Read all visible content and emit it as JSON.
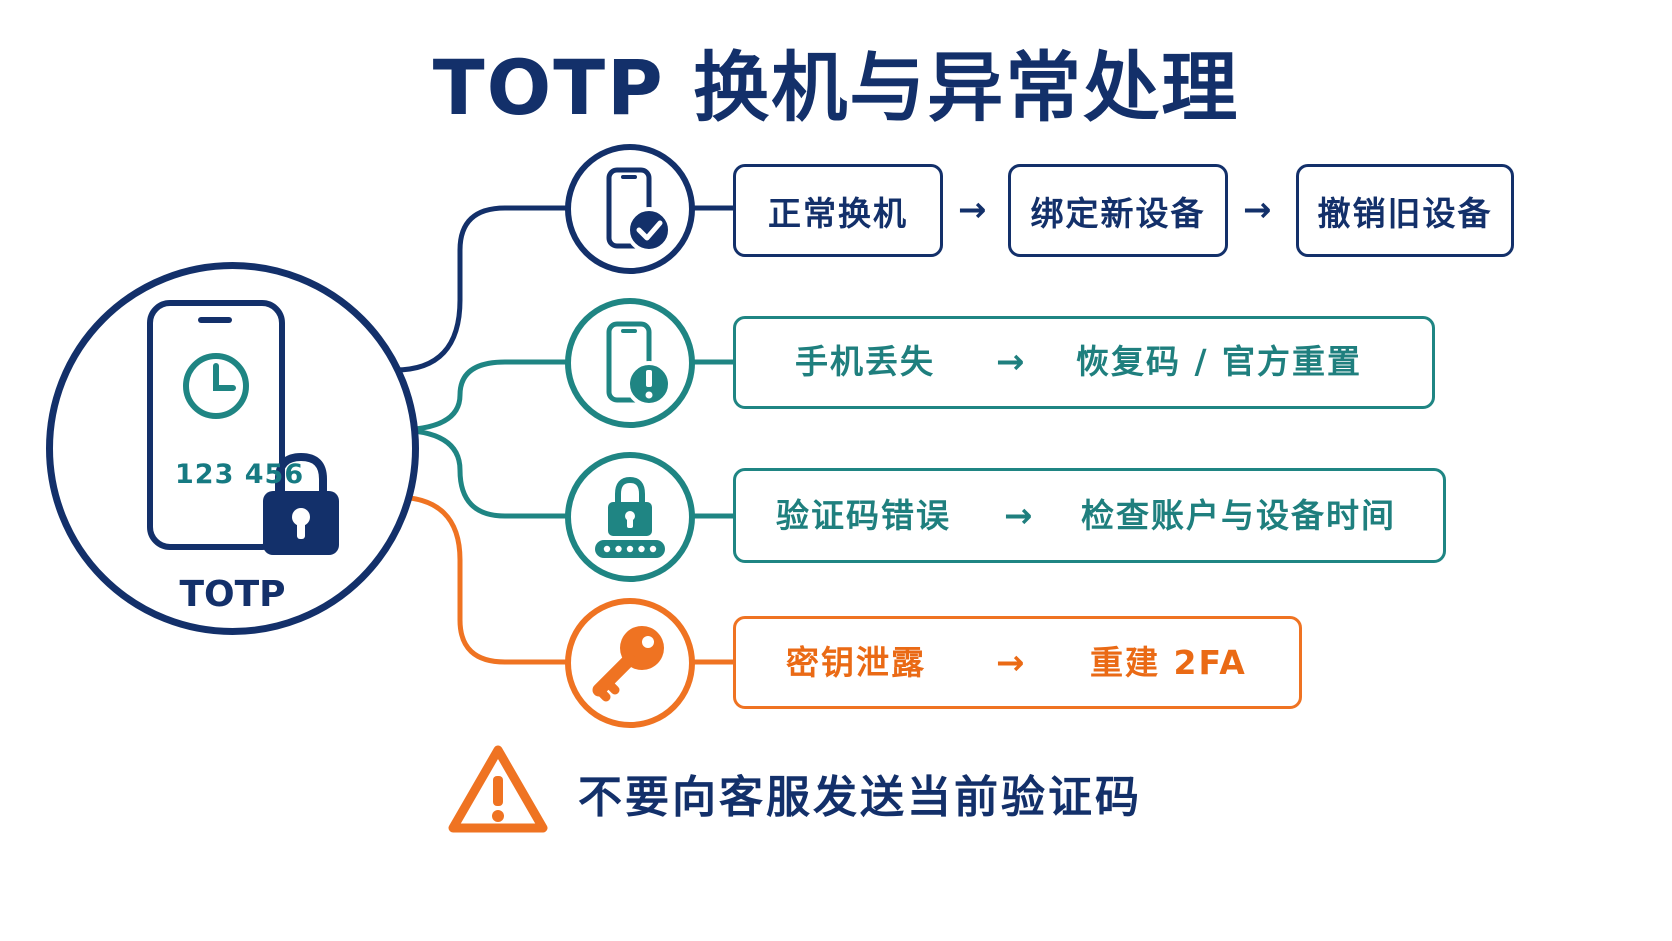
{
  "title": "TOTP 换机与异常处理",
  "hub": {
    "code": "123 456",
    "label": "TOTP",
    "icons": [
      "phone-icon",
      "clock-icon",
      "padlock-icon"
    ]
  },
  "branches": [
    {
      "icon": "phone-check-icon",
      "color": "#13306a",
      "steps": [
        "正常换机",
        "绑定新设备",
        "撤销旧设备"
      ],
      "arrow": "→"
    },
    {
      "icon": "phone-alert-icon",
      "color": "#1f8583",
      "from": "手机丢失",
      "arrow": "→",
      "to": "恢复码 / 官方重置"
    },
    {
      "icon": "lock-keypad-icon",
      "color": "#1f8583",
      "from": "验证码错误",
      "arrow": "→",
      "to": "检查账户与设备时间"
    },
    {
      "icon": "key-icon",
      "color": "#ef7322",
      "from": "密钥泄露",
      "arrow": "→",
      "to": "重建 2FA"
    }
  ],
  "warning": {
    "icon": "warning-triangle-icon",
    "text": "不要向客服发送当前验证码",
    "color": "#ef7322"
  }
}
